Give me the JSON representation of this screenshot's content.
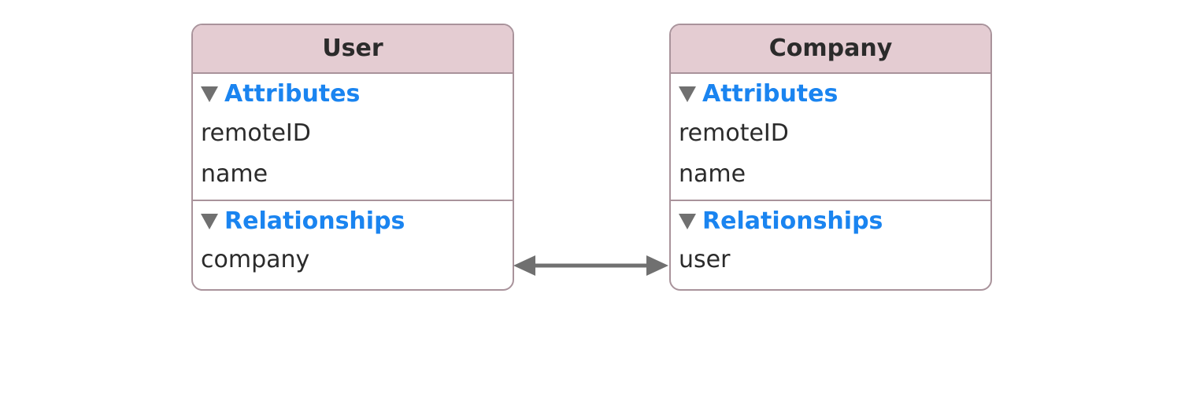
{
  "colors": {
    "header_bg": "#e4ccd2",
    "border": "#a9939b",
    "section_title": "#1a84f0",
    "text": "#2b2b2b",
    "arrow": "#707070"
  },
  "entities": [
    {
      "name": "User",
      "attributes_label": "Attributes",
      "attributes": [
        "remoteID",
        "name"
      ],
      "relationships_label": "Relationships",
      "relationships": [
        "company"
      ]
    },
    {
      "name": "Company",
      "attributes_label": "Attributes",
      "attributes": [
        "remoteID",
        "name"
      ],
      "relationships_label": "Relationships",
      "relationships": [
        "user"
      ]
    }
  ],
  "connector": {
    "type": "bidirectional-arrow",
    "from": "User.company",
    "to": "Company.user"
  }
}
